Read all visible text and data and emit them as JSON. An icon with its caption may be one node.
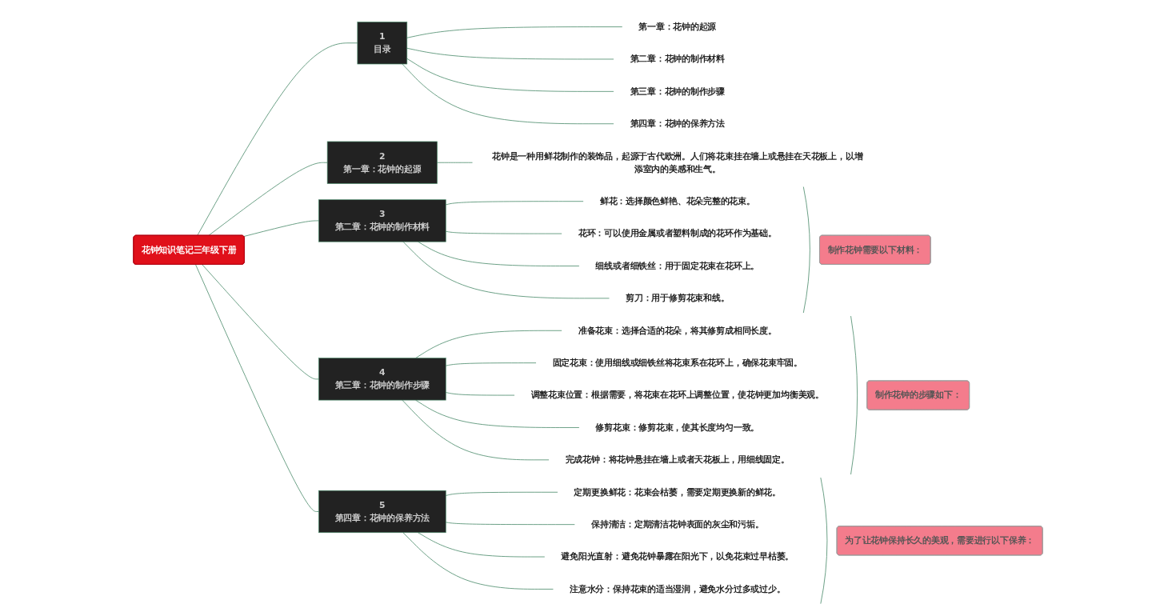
{
  "diagram": {
    "nodes": [
      {
        "text": [
          "花钟知识笔记三年级下册"
        ]
      },
      {
        "text": [
          "1",
          "目录"
        ]
      },
      {
        "text": [
          "第一章：花钟的起源"
        ]
      },
      {
        "text": [
          "第二章：花钟的制作材料"
        ]
      },
      {
        "text": [
          "第三章：花钟的制作步骤"
        ]
      },
      {
        "text": [
          "第四章：花钟的保养方法"
        ]
      },
      {
        "text": [
          "2",
          "第一章：花钟的起源"
        ]
      },
      {
        "text": [
          "花钟是一种用鲜花制作的装饰品，起源于古代欧洲。人们将花束挂在墙上或悬挂在天花板上，以增添室内的美感和生气。"
        ]
      },
      {
        "text": [
          "3",
          "第二章：花钟的制作材料"
        ]
      },
      {
        "text": [
          "鲜花：选择颜色鲜艳、花朵完整的花束。"
        ]
      },
      {
        "text": [
          "花环：可以使用金属或者塑料制成的花环作为基础。"
        ]
      },
      {
        "text": [
          "细线或者细铁丝：用于固定花束在花环上。"
        ]
      },
      {
        "text": [
          "剪刀：用于修剪花束和线。"
        ]
      },
      {
        "text": [
          "制作花钟需要以下材料："
        ]
      },
      {
        "text": [
          "4",
          "第三章：花钟的制作步骤"
        ]
      },
      {
        "text": [
          "准备花束：选择合适的花朵，将其修剪成相同长度。"
        ]
      },
      {
        "text": [
          "固定花束：使用细线或细铁丝将花束系在花环上，确保花束牢固。"
        ]
      },
      {
        "text": [
          "调整花束位置：根据需要，将花束在花环上调整位置，使花钟更加均衡美观。"
        ]
      },
      {
        "text": [
          "修剪花束：修剪花束，使其长度均匀一致。"
        ]
      },
      {
        "text": [
          "完成花钟：将花钟悬挂在墙上或者天花板上，用细线固定。"
        ]
      },
      {
        "text": [
          "制作花钟的步骤如下："
        ]
      },
      {
        "text": [
          "5",
          "第四章：花钟的保养方法"
        ]
      },
      {
        "text": [
          "定期更换鲜花：花束会枯萎，需要定期更换新的鲜花。"
        ]
      },
      {
        "text": [
          "保持清洁：定期清洁花钟表面的灰尘和污垢。"
        ]
      },
      {
        "text": [
          "避免阳光直射：避免花钟暴露在阳光下，以免花束过早枯萎。"
        ]
      },
      {
        "text": [
          "注意水分：保持花束的适当湿润，避免水分过多或过少。"
        ]
      },
      {
        "text": [
          "为了让花钟保持长久的美观，需要进行以下保养："
        ]
      }
    ],
    "edges": [
      {
        "from": 0,
        "to": 1,
        "arrow": "none"
      },
      {
        "from": 1,
        "to": 2,
        "arrow": "none"
      },
      {
        "from": 1,
        "to": 3,
        "arrow": "none"
      },
      {
        "from": 1,
        "to": 4,
        "arrow": "none"
      },
      {
        "from": 1,
        "to": 5,
        "arrow": "none"
      },
      {
        "from": 0,
        "to": 6,
        "arrow": "none"
      },
      {
        "from": 6,
        "to": 7,
        "arrow": "none"
      },
      {
        "from": 0,
        "to": 8,
        "arrow": "none"
      },
      {
        "from": 8,
        "to": 9,
        "arrow": "none"
      },
      {
        "from": 8,
        "to": 10,
        "arrow": "none"
      },
      {
        "from": 8,
        "to": 11,
        "arrow": "none"
      },
      {
        "from": 8,
        "to": 12,
        "arrow": "none"
      },
      {
        "from": 0,
        "to": 14,
        "arrow": "none"
      },
      {
        "from": 14,
        "to": 15,
        "arrow": "none"
      },
      {
        "from": 14,
        "to": 16,
        "arrow": "none"
      },
      {
        "from": 14,
        "to": 17,
        "arrow": "none"
      },
      {
        "from": 14,
        "to": 18,
        "arrow": "none"
      },
      {
        "from": 14,
        "to": 19,
        "arrow": "none"
      },
      {
        "from": 0,
        "to": 21,
        "arrow": "none"
      },
      {
        "from": 21,
        "to": 22,
        "arrow": "none"
      },
      {
        "from": 21,
        "to": 23,
        "arrow": "none"
      },
      {
        "from": 21,
        "to": 24,
        "arrow": "none"
      },
      {
        "from": 21,
        "to": 25,
        "arrow": "none"
      }
    ]
  }
}
